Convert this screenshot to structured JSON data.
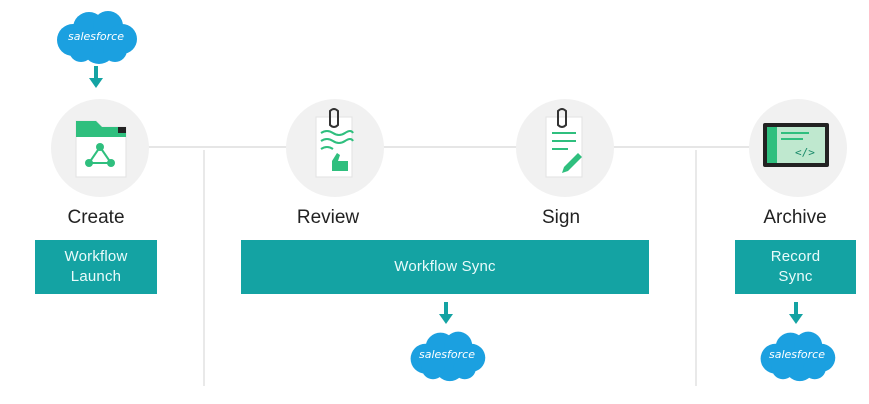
{
  "colors": {
    "teal": "#14a3a3",
    "cloud": "#1ba0e0",
    "accent_green": "#2fbf7e"
  },
  "stages": [
    {
      "label": "Create",
      "icon": "folder-network-icon"
    },
    {
      "label": "Review",
      "icon": "document-thumbs-up-icon"
    },
    {
      "label": "Sign",
      "icon": "document-pen-icon"
    },
    {
      "label": "Archive",
      "icon": "monitor-code-icon"
    }
  ],
  "boxes": {
    "workflow_launch": "Workflow\nLaunch",
    "workflow_sync": "Workflow Sync",
    "record_sync": "Record\nSync"
  },
  "clouds": {
    "top": "salesforce",
    "middle": "salesforce",
    "right": "salesforce"
  }
}
